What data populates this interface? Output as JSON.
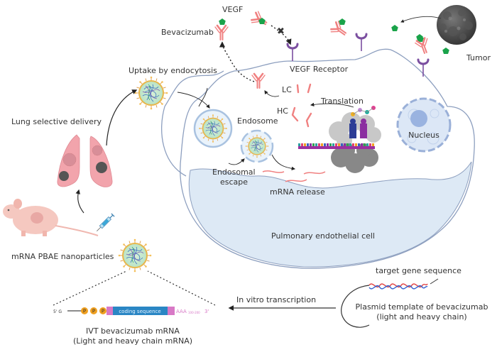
{
  "figure": {
    "title": "mRNA PBAE nanoparticle delivery of bevacizumab to pulmonary endothelial cells",
    "labels": {
      "vegf": "VEGF",
      "bevacizumab": "Bevacizumab",
      "vegf_receptor": "VEGF Receptor",
      "tumor": "Tumor",
      "uptake": "Uptake by endocytosis",
      "lung_delivery": "Lung selective delivery",
      "lc": "LC",
      "hc": "HC",
      "translation": "Translation",
      "endosome": "Endosome",
      "endosomal_escape_1": "Endosomal",
      "endosomal_escape_2": "escape",
      "mrna_release": "mRNA release",
      "nucleus": "Nucleus",
      "cell": "Pulmonary endothelial cell",
      "nanoparticles": "mRNA PBAE nanoparticles",
      "target_gene": "target gene sequence",
      "ivt": "In vitro transcription",
      "plasmid_1": "Plasmid template of bevacizumab",
      "plasmid_2": "(light and heavy chain)",
      "ivt_mrna_1": "IVT bevacizumab mRNA",
      "ivt_mrna_2": "(Light and heavy chain mRNA)"
    },
    "mrna_construct": {
      "five_prime": "5' G",
      "phosphates": [
        "P",
        "P",
        "P"
      ],
      "coding": "coding sequence",
      "polyA": "AAA",
      "polyA_sub": "100-200",
      "three_prime": "3'"
    },
    "blocked_symbol": "✖",
    "colors": {
      "antibody": "#f08080",
      "vegf": "#1aa34a",
      "receptor": "#7b4fa0",
      "membrane": "#8d9fbf",
      "cytoplasm": "#dde9f5",
      "nucleus": "#a9c2e8",
      "tumor": "#4a4a4a",
      "lung": "#f2a4ac",
      "coding": "#2a86c4",
      "utr": "#d879c6",
      "phosphate": "#f0a020"
    }
  }
}
